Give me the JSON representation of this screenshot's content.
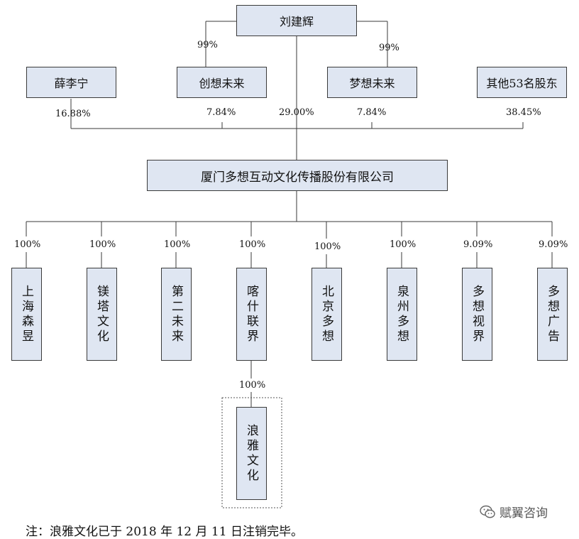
{
  "nodes": {
    "top": "刘建辉",
    "s1": "薛李宁",
    "s2": "创想未来",
    "s3": "梦想未来",
    "s4": "其他53名股东",
    "company": "厦门多想互动文化传播股份有限公司",
    "sub1": "上海森昱",
    "sub2": "镁塔文化",
    "sub3": "第二未来",
    "sub4": "喀什联界",
    "sub5": "北京多想",
    "sub6": "泉州多想",
    "sub7": "多想视界",
    "sub8": "多想广告",
    "subsub": "浪雅文化"
  },
  "percents": {
    "top_s2": "99%",
    "top_s3": "99%",
    "s1_co": "16.88%",
    "s2_co": "7.84%",
    "top_co": "29.00%",
    "s3_co": "7.84%",
    "s4_co": "38.45%",
    "sub1": "100%",
    "sub2": "100%",
    "sub3": "100%",
    "sub4": "100%",
    "sub5": "100%",
    "sub6": "100%",
    "sub7": "9.09%",
    "sub8": "9.09%",
    "subsub": "100%"
  },
  "note": "注：浪雅文化已于 2018 年 12 月 11 日注销完毕。",
  "watermark": "赋翼咨询",
  "colors": {
    "box_fill": "#dfe6f2",
    "line": "#3a3a3a"
  }
}
